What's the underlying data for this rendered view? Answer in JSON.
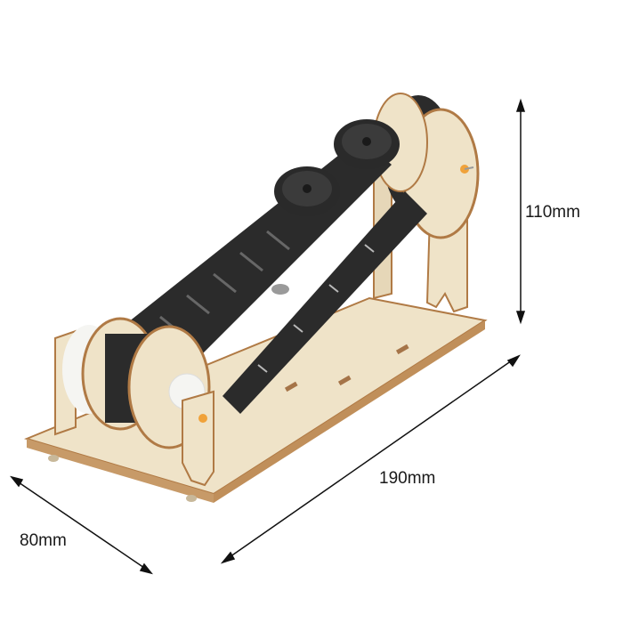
{
  "image": {
    "subject": "Wooden DIY conveyor belt / tank-track model kit",
    "colors": {
      "wood": "#efe3c8",
      "wood_edge": "#b07a45",
      "track": "#2b2b2b",
      "wheel": "#2a2a2a",
      "gear": "#f5f5f2",
      "bushing": "#f0a23a",
      "arrow": "#111111"
    }
  },
  "dimensions": {
    "height": "110mm",
    "length": "190mm",
    "width": "80mm"
  }
}
